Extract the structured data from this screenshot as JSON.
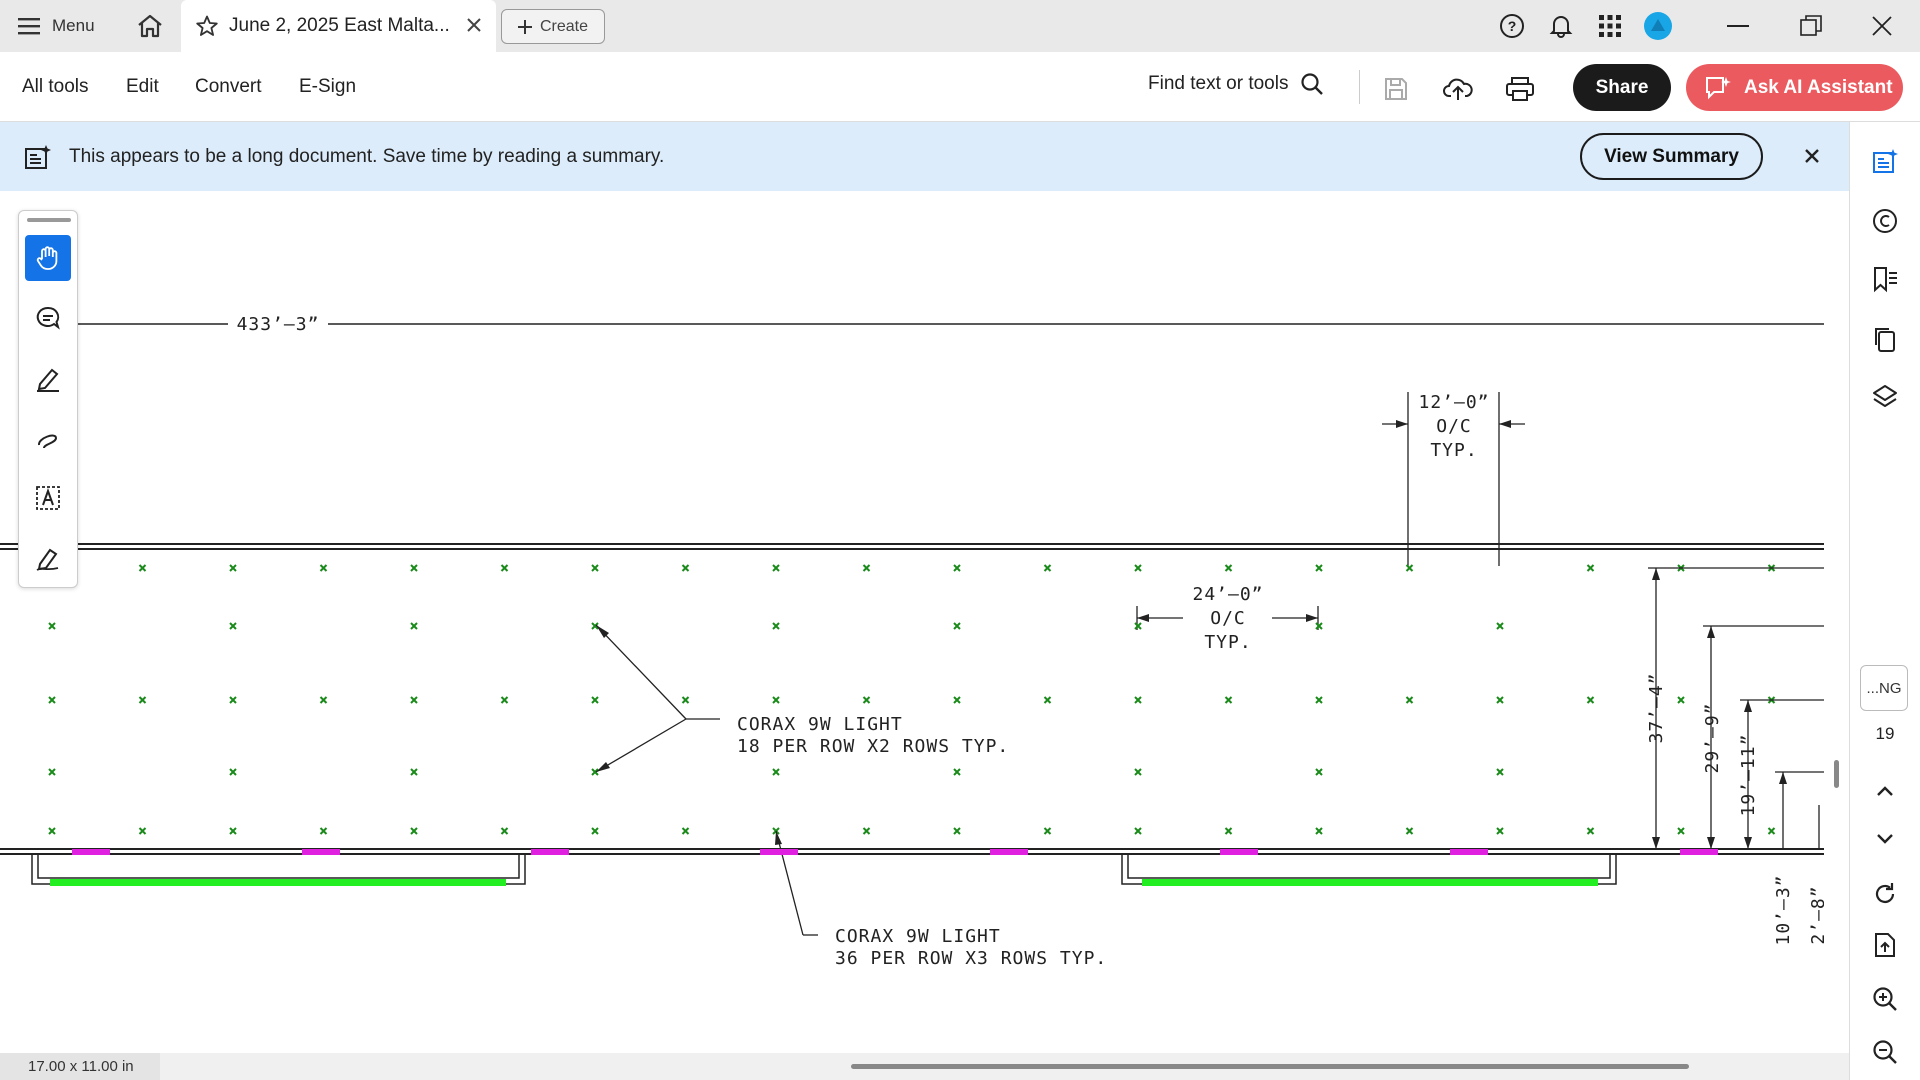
{
  "titlebar": {
    "menu_label": "Menu",
    "tab_title": "June 2, 2025 East Malta...",
    "create_label": "Create"
  },
  "toolbar": {
    "menu_items": [
      "All tools",
      "Edit",
      "Convert",
      "E-Sign"
    ],
    "find_label": "Find text or tools",
    "share_label": "Share",
    "ai_label": "Ask AI Assistant"
  },
  "banner": {
    "message": "This appears to be a long document. Save time by reading a summary.",
    "button_label": "View Summary"
  },
  "right_rail": {
    "page_label": "...NG",
    "page_number": "19"
  },
  "drawing": {
    "overall_dim": "433’–3”",
    "spacing_top_line1": "12’–0”",
    "spacing_top_line2": "O/C",
    "spacing_top_line3": "TYP.",
    "spacing_mid_line1": "24’–0”",
    "spacing_mid_line2": "O/C",
    "spacing_mid_line3": "TYP.",
    "callout1_line1": "CORAX 9W LIGHT",
    "callout1_line2": "18 PER ROW X2 ROWS TYP.",
    "callout2_line1": "CORAX 9W LIGHT",
    "callout2_line2": "36 PER ROW X3 ROWS TYP.",
    "dim_v1": "37’–4”",
    "dim_v2": "29’–9”",
    "dim_v3": "19’–11”",
    "dim_v4": "10’–3”",
    "dim_v5": "2’–8”",
    "colors": {
      "light_marker": "#1a8a1a",
      "magenta": "#e020e0",
      "green_bar": "#22ee22"
    }
  },
  "status": {
    "page_size": "17.00 x 11.00 in"
  }
}
